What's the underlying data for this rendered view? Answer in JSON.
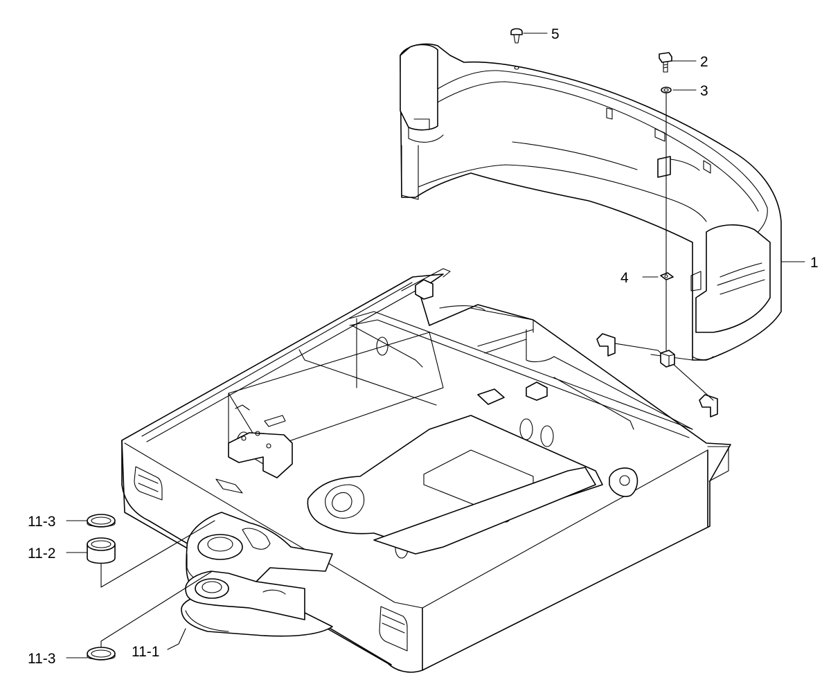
{
  "callouts": [
    {
      "id": "1",
      "label": "1"
    },
    {
      "id": "2",
      "label": "2"
    },
    {
      "id": "3",
      "label": "3"
    },
    {
      "id": "4",
      "label": "4"
    },
    {
      "id": "5",
      "label": "5"
    },
    {
      "id": "11-1",
      "label": "11-1"
    },
    {
      "id": "11-2",
      "label": "11-2"
    },
    {
      "id": "11-3a",
      "label": "11-3"
    },
    {
      "id": "11-3b",
      "label": "11-3"
    }
  ],
  "colors": {
    "line": "#000000",
    "background": "#ffffff"
  }
}
